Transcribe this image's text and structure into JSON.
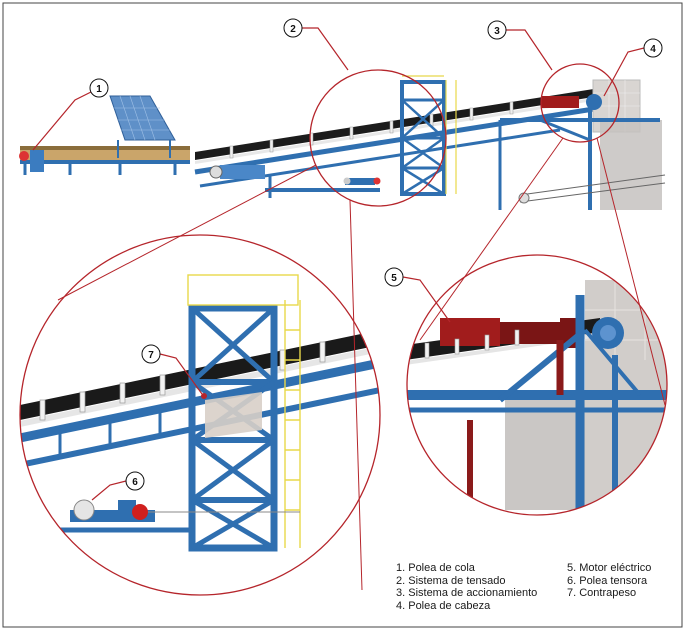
{
  "callouts": [
    "1",
    "2",
    "3",
    "4",
    "5",
    "6",
    "7"
  ],
  "legend_left": [
    "1.  Polea de cola",
    "2.  Sistema de tensado",
    "3.  Sistema de accionamiento",
    "4.  Polea de cabeza"
  ],
  "legend_right": [
    "5.  Motor eléctrico",
    "6.  Polea tensora",
    "7.  Contrapeso"
  ],
  "colors": {
    "frame_blue": "#2f6fb0",
    "belt_black": "#1c1c1c",
    "callout_red": "#b5252b",
    "structure_yellow": "#e8d84a",
    "motor_red": "#a11c1c",
    "wall_gray": "#c9c5c2"
  }
}
